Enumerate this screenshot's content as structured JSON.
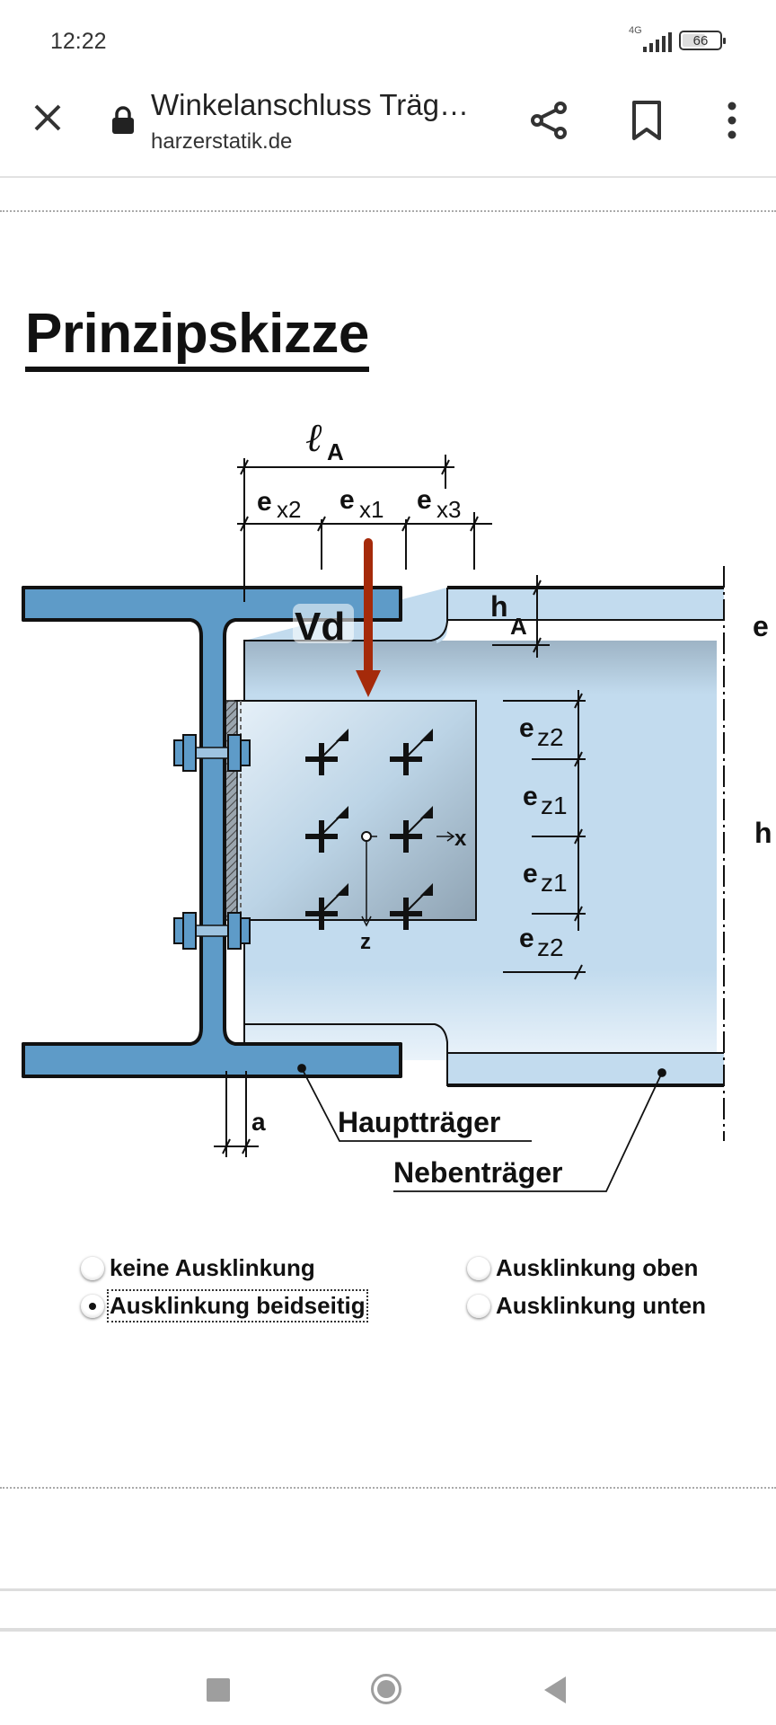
{
  "status_bar": {
    "time": "12:22",
    "network": "4G",
    "battery": "66",
    "battery_level_percent": 66
  },
  "toolbar": {
    "close_icon": "close-icon",
    "lock_icon": "lock-icon",
    "title": "Winkelanschluss Träg…",
    "url": "harzerstatik.de",
    "share_icon": "share-icon",
    "bookmark_icon": "bookmark-icon",
    "more_icon": "more-vert-icon"
  },
  "page": {
    "heading": "Prinzipskizze"
  },
  "diagram": {
    "labels": {
      "lA": "ℓ",
      "lA_sub": "A",
      "ex2": "e",
      "ex2_sub": "x2",
      "ex1": "e",
      "ex1_sub": "x1",
      "ex3": "e",
      "ex3_sub": "x3",
      "Vd": "Vd",
      "hA": "h",
      "hA_sub": "A",
      "ez2_top": "e",
      "ez2_top_sub": "z2",
      "ez1_a": "e",
      "ez1_a_sub": "z1",
      "ez1_b": "e",
      "ez1_b_sub": "z1",
      "ez2_bot": "e",
      "ez2_bot_sub": "z2",
      "x_axis": "x",
      "z_axis": "z",
      "a": "a",
      "haupttraeger": "Hauptträger",
      "nebentraeger": "Nebenträger",
      "right_clipped_top": "e",
      "right_clipped_mid": "h"
    },
    "colors": {
      "main_beam": "#5e9bc8",
      "secondary_beam": "#c2dbee",
      "force_arrow": "#a52a0a",
      "outline": "#111111"
    }
  },
  "options": {
    "items": [
      {
        "label": "keine Ausklinkung",
        "checked": false
      },
      {
        "label": "Ausklinkung beidseitig",
        "checked": true
      },
      {
        "label": "Ausklinkung oben",
        "checked": false
      },
      {
        "label": "Ausklinkung unten",
        "checked": false
      }
    ]
  },
  "nav_bar": {
    "recent_icon": "recent-apps-icon",
    "home_icon": "home-icon",
    "back_icon": "back-icon"
  }
}
